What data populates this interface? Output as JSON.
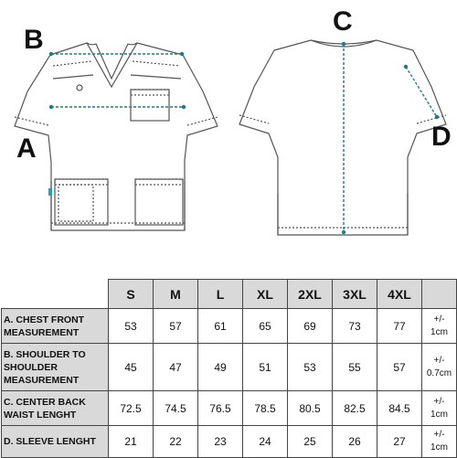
{
  "markers": {
    "a": "A",
    "b": "B",
    "c": "C",
    "d": "D"
  },
  "colors": {
    "measure_line": "#1e7b8a",
    "header_fill": "#d9d9d9",
    "garment_outline": "#555555"
  },
  "table": {
    "sizes": [
      "S",
      "M",
      "L",
      "XL",
      "2XL",
      "3XL",
      "4XL"
    ],
    "rows": [
      {
        "label_lines": [
          "A. CHEST FRONT",
          "MEASUREMENT"
        ],
        "values": [
          "53",
          "57",
          "61",
          "65",
          "69",
          "73",
          "77"
        ],
        "tolerance_lines": [
          "+/-",
          "1cm"
        ]
      },
      {
        "label_lines": [
          "B. SHOULDER TO",
          "SHOULDER",
          "MEASUREMENT"
        ],
        "values": [
          "45",
          "47",
          "49",
          "51",
          "53",
          "55",
          "57"
        ],
        "tolerance_lines": [
          "+/-",
          "0.7cm"
        ]
      },
      {
        "label_lines": [
          "C. CENTER BACK",
          "WAIST LENGHT"
        ],
        "values": [
          "72.5",
          "74.5",
          "76.5",
          "78.5",
          "80.5",
          "82.5",
          "84.5"
        ],
        "tolerance_lines": [
          "+/-",
          "1cm"
        ]
      },
      {
        "label_lines": [
          "D. SLEEVE LENGHT"
        ],
        "values": [
          "21",
          "22",
          "23",
          "24",
          "25",
          "26",
          "27"
        ],
        "tolerance_lines": [
          "+/-",
          "1cm"
        ]
      }
    ]
  }
}
